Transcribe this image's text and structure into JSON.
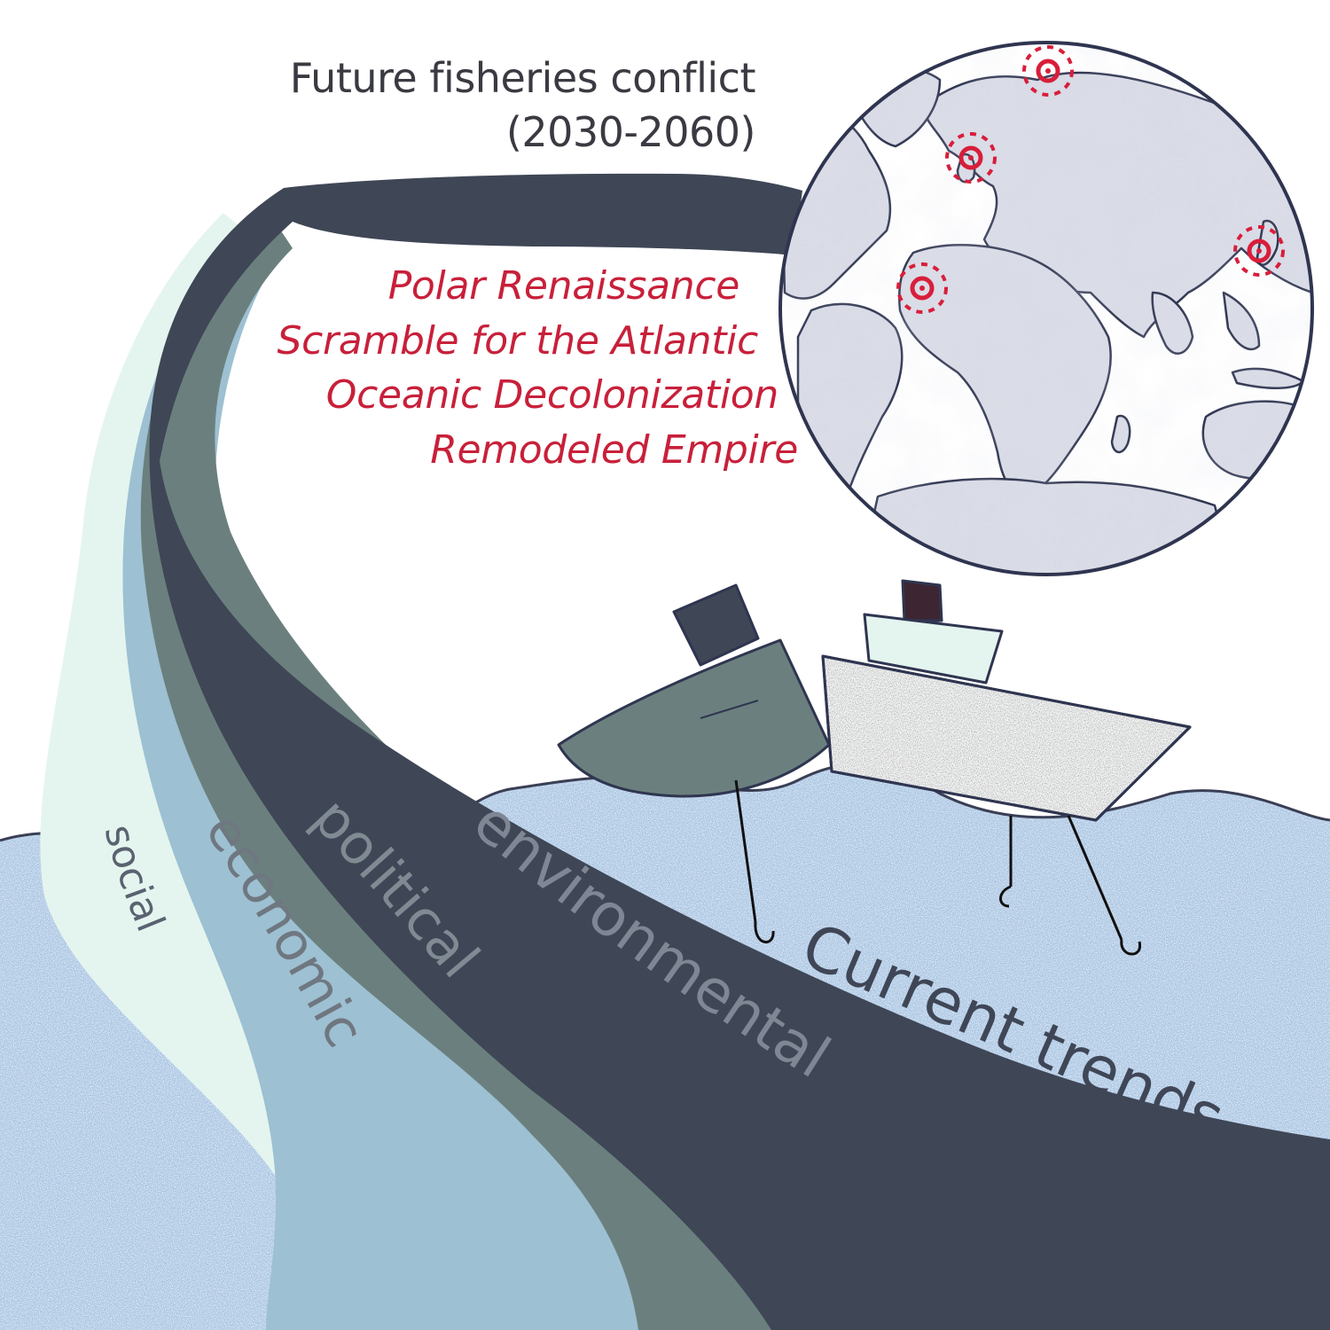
{
  "title": {
    "line1": "Future fisheries conflict",
    "line2": "(2030-2060)"
  },
  "scenarios": [
    "Polar Renaissance",
    "Scramble for the Atlantic",
    "Oceanic Decolonization",
    "Remodeled Empire"
  ],
  "bands": {
    "social": "social",
    "economic": "economic",
    "political": "political",
    "environmental": "environmental"
  },
  "current_trends": "Current trends",
  "colors": {
    "title_text": "#3a3a42",
    "scenario_text": "#c8203a",
    "environmental_band": "#3f4656",
    "political_band": "#6b807e",
    "economic_band": "#9dc0d2",
    "social_band": "#e4f5ef",
    "sea": "#a8c4e2",
    "globe": "#d9dbe6",
    "hotspot_markers": "#d81e3a"
  },
  "icons": {
    "globe": "world-map-globe",
    "boats": "fishing-boats",
    "hotspots": "conflict-hotspot-markers"
  }
}
